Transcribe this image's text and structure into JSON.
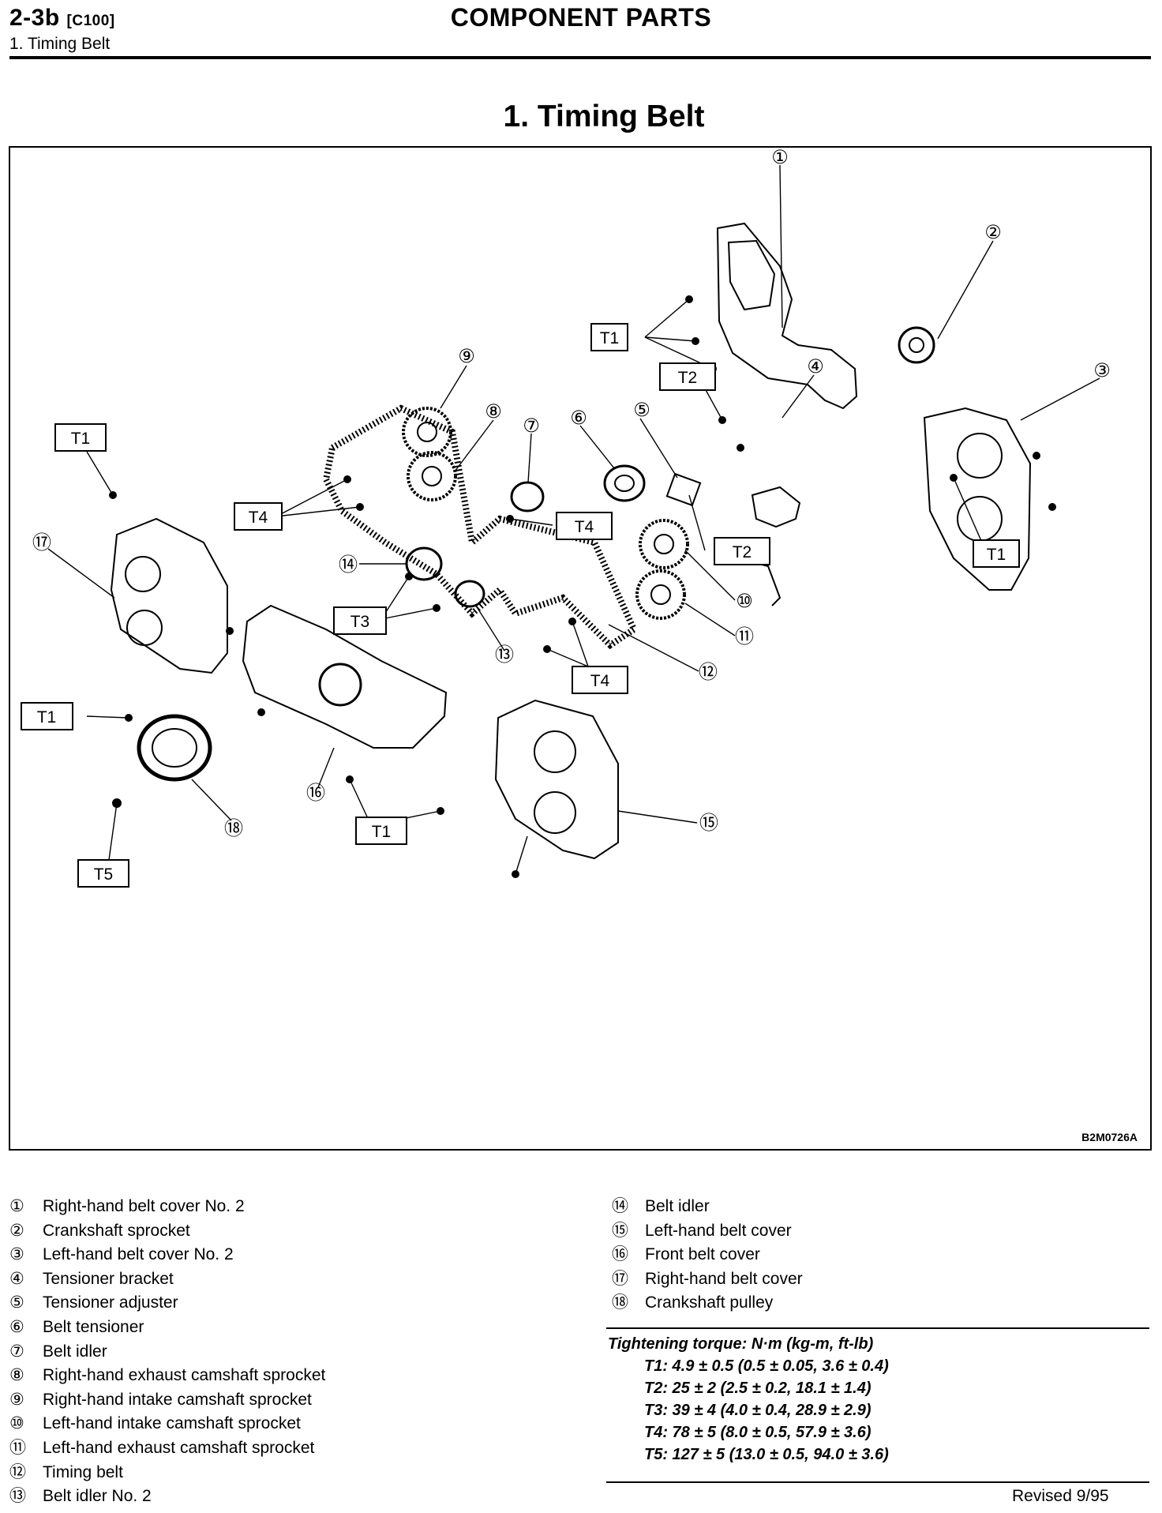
{
  "header": {
    "section_code": "2-3b",
    "section_ref": "[C100]",
    "subtitle": "1. Timing Belt",
    "title": "COMPONENT PARTS"
  },
  "section_title": "1. Timing Belt",
  "diagram": {
    "image_code": "B2M0726A",
    "callout_numbers": [
      "①",
      "②",
      "③",
      "④",
      "⑤",
      "⑥",
      "⑦",
      "⑧",
      "⑨",
      "⑩",
      "⑪",
      "⑫",
      "⑬",
      "⑭",
      "⑮",
      "⑯",
      "⑰",
      "⑱"
    ],
    "torque_labels": [
      "T1",
      "T2",
      "T3",
      "T4",
      "T5"
    ]
  },
  "legend_left": [
    {
      "num": "①",
      "text": "Right-hand belt cover No. 2"
    },
    {
      "num": "②",
      "text": "Crankshaft sprocket"
    },
    {
      "num": "③",
      "text": "Left-hand belt cover No. 2"
    },
    {
      "num": "④",
      "text": "Tensioner bracket"
    },
    {
      "num": "⑤",
      "text": "Tensioner adjuster"
    },
    {
      "num": "⑥",
      "text": "Belt tensioner"
    },
    {
      "num": "⑦",
      "text": "Belt idler"
    },
    {
      "num": "⑧",
      "text": "Right-hand exhaust camshaft sprocket"
    },
    {
      "num": "⑨",
      "text": "Right-hand intake camshaft sprocket"
    },
    {
      "num": "⑩",
      "text": "Left-hand intake camshaft sprocket"
    },
    {
      "num": "⑪",
      "text": "Left-hand exhaust camshaft sprocket"
    },
    {
      "num": "⑫",
      "text": "Timing belt"
    },
    {
      "num": "⑬",
      "text": "Belt idler No. 2"
    }
  ],
  "legend_right": [
    {
      "num": "⑭",
      "text": "Belt idler"
    },
    {
      "num": "⑮",
      "text": "Left-hand belt cover"
    },
    {
      "num": "⑯",
      "text": "Front belt cover"
    },
    {
      "num": "⑰",
      "text": "Right-hand belt cover"
    },
    {
      "num": "⑱",
      "text": "Crankshaft pulley"
    }
  ],
  "torque": {
    "heading": "Tightening torque: N·m (kg-m, ft-lb)",
    "specs": [
      "T1: 4.9 ± 0.5 (0.5 ± 0.05, 3.6 ± 0.4)",
      "T2: 25 ± 2 (2.5 ± 0.2, 18.1 ± 1.4)",
      "T3: 39 ± 4 (4.0 ± 0.4, 28.9 ± 2.9)",
      "T4: 78 ± 5 (8.0 ± 0.5, 57.9 ± 3.6)",
      "T5: 127 ± 5 (13.0 ± 0.5, 94.0 ± 3.6)"
    ]
  },
  "footer": {
    "revision": "Revised 9/95"
  }
}
